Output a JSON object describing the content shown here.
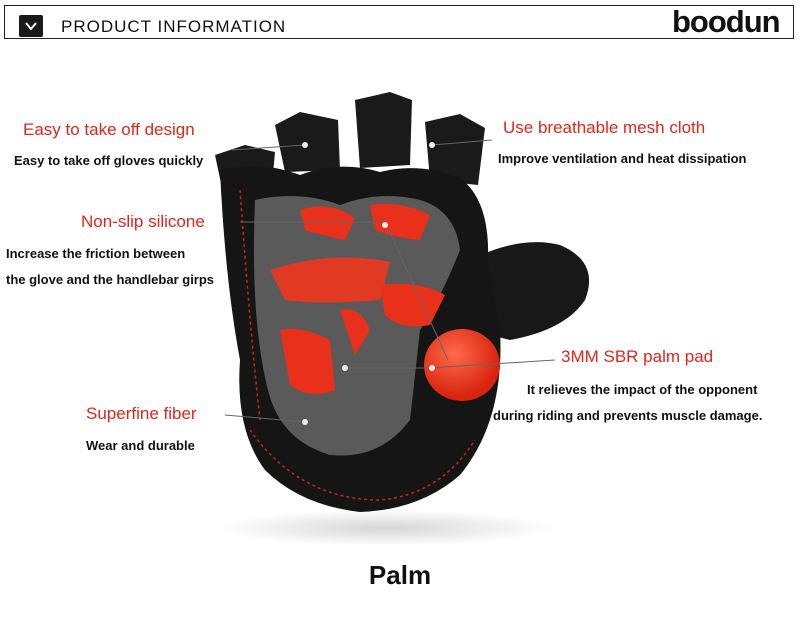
{
  "header": {
    "title": "PRODUCT INFORMATION",
    "brand": "boodun",
    "icon": "chevron-down-icon"
  },
  "callouts": [
    {
      "title": "Easy to take off design",
      "lines": [
        "Easy to take off gloves quickly"
      ]
    },
    {
      "title": "Use breathable mesh cloth",
      "lines": [
        "Improve ventilation and heat dissipation"
      ]
    },
    {
      "title": "Non-slip silicone",
      "lines": [
        "Increase the friction between",
        "the glove and the handlebar girps"
      ]
    },
    {
      "title": "3MM SBR palm pad",
      "lines": [
        "It relieves the impact of the opponent",
        "during riding and prevents muscle damage."
      ]
    },
    {
      "title": "Superfine fiber",
      "lines": [
        "Wear and durable"
      ]
    }
  ],
  "image_label": "Palm",
  "colors": {
    "accent": "#e0261b",
    "glove_black": "#151515",
    "glove_gray": "#5a5a5a"
  }
}
